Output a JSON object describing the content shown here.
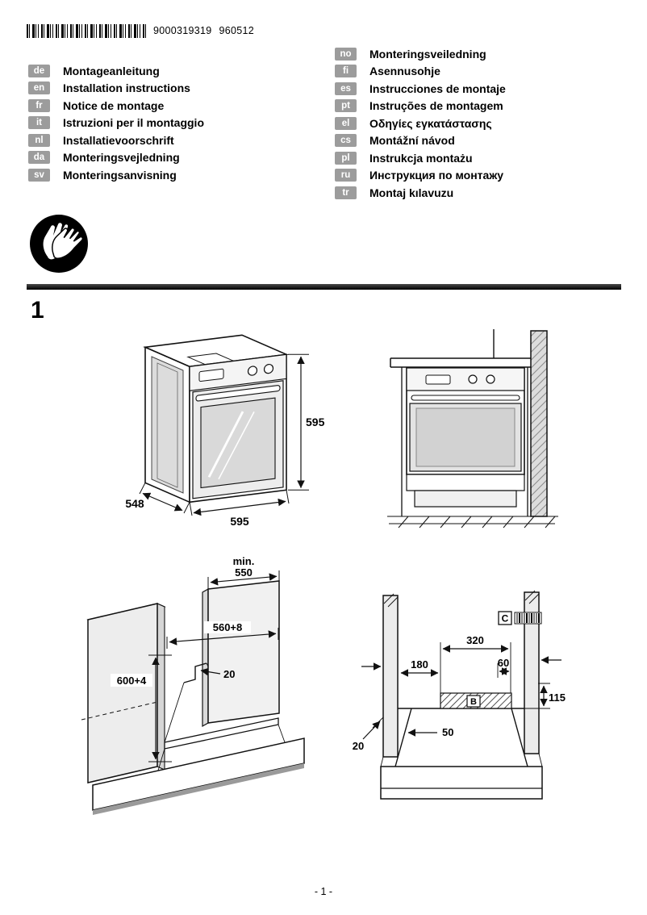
{
  "header": {
    "barcode_number": "9000319319",
    "doc_code": "960512"
  },
  "languages": {
    "left": [
      {
        "code": "de",
        "title": "Montageanleitung"
      },
      {
        "code": "en",
        "title": "Installation instructions"
      },
      {
        "code": "fr",
        "title": "Notice de montage"
      },
      {
        "code": "it",
        "title": "Istruzioni per il montaggio"
      },
      {
        "code": "nl",
        "title": "Installatievoorschrift"
      },
      {
        "code": "da",
        "title": "Monteringsvejledning"
      },
      {
        "code": "sv",
        "title": "Monteringsanvisning"
      }
    ],
    "right": [
      {
        "code": "no",
        "title": "Monteringsveiledning"
      },
      {
        "code": "fi",
        "title": "Asennusohje"
      },
      {
        "code": "es",
        "title": "Instrucciones de montaje"
      },
      {
        "code": "pt",
        "title": "Instruções de montagem"
      },
      {
        "code": "el",
        "title": "Οδηγίες εγκατάστασης"
      },
      {
        "code": "cs",
        "title": "Montážní návod"
      },
      {
        "code": "pl",
        "title": "Instrukcja montażu"
      },
      {
        "code": "ru",
        "title": "Инструкция по монтажу"
      },
      {
        "code": "tr",
        "title": "Montaj kılavuzu"
      }
    ]
  },
  "section": {
    "number": "1"
  },
  "figure_oven": {
    "height": "595",
    "depth": "548",
    "width": "595"
  },
  "figure_cabinet": {
    "min_label": "min.",
    "depth": "550",
    "cutout_width": "560+8",
    "cutout_height": "600+4",
    "rear_gap": "20"
  },
  "figure_section": {
    "dim_320": "320",
    "dim_60": "60",
    "dim_180": "180",
    "dim_115": "115",
    "dim_50": "50",
    "dim_20": "20",
    "label_b": "B",
    "label_c": "C"
  },
  "footer": {
    "page_number": "- 1 -"
  }
}
